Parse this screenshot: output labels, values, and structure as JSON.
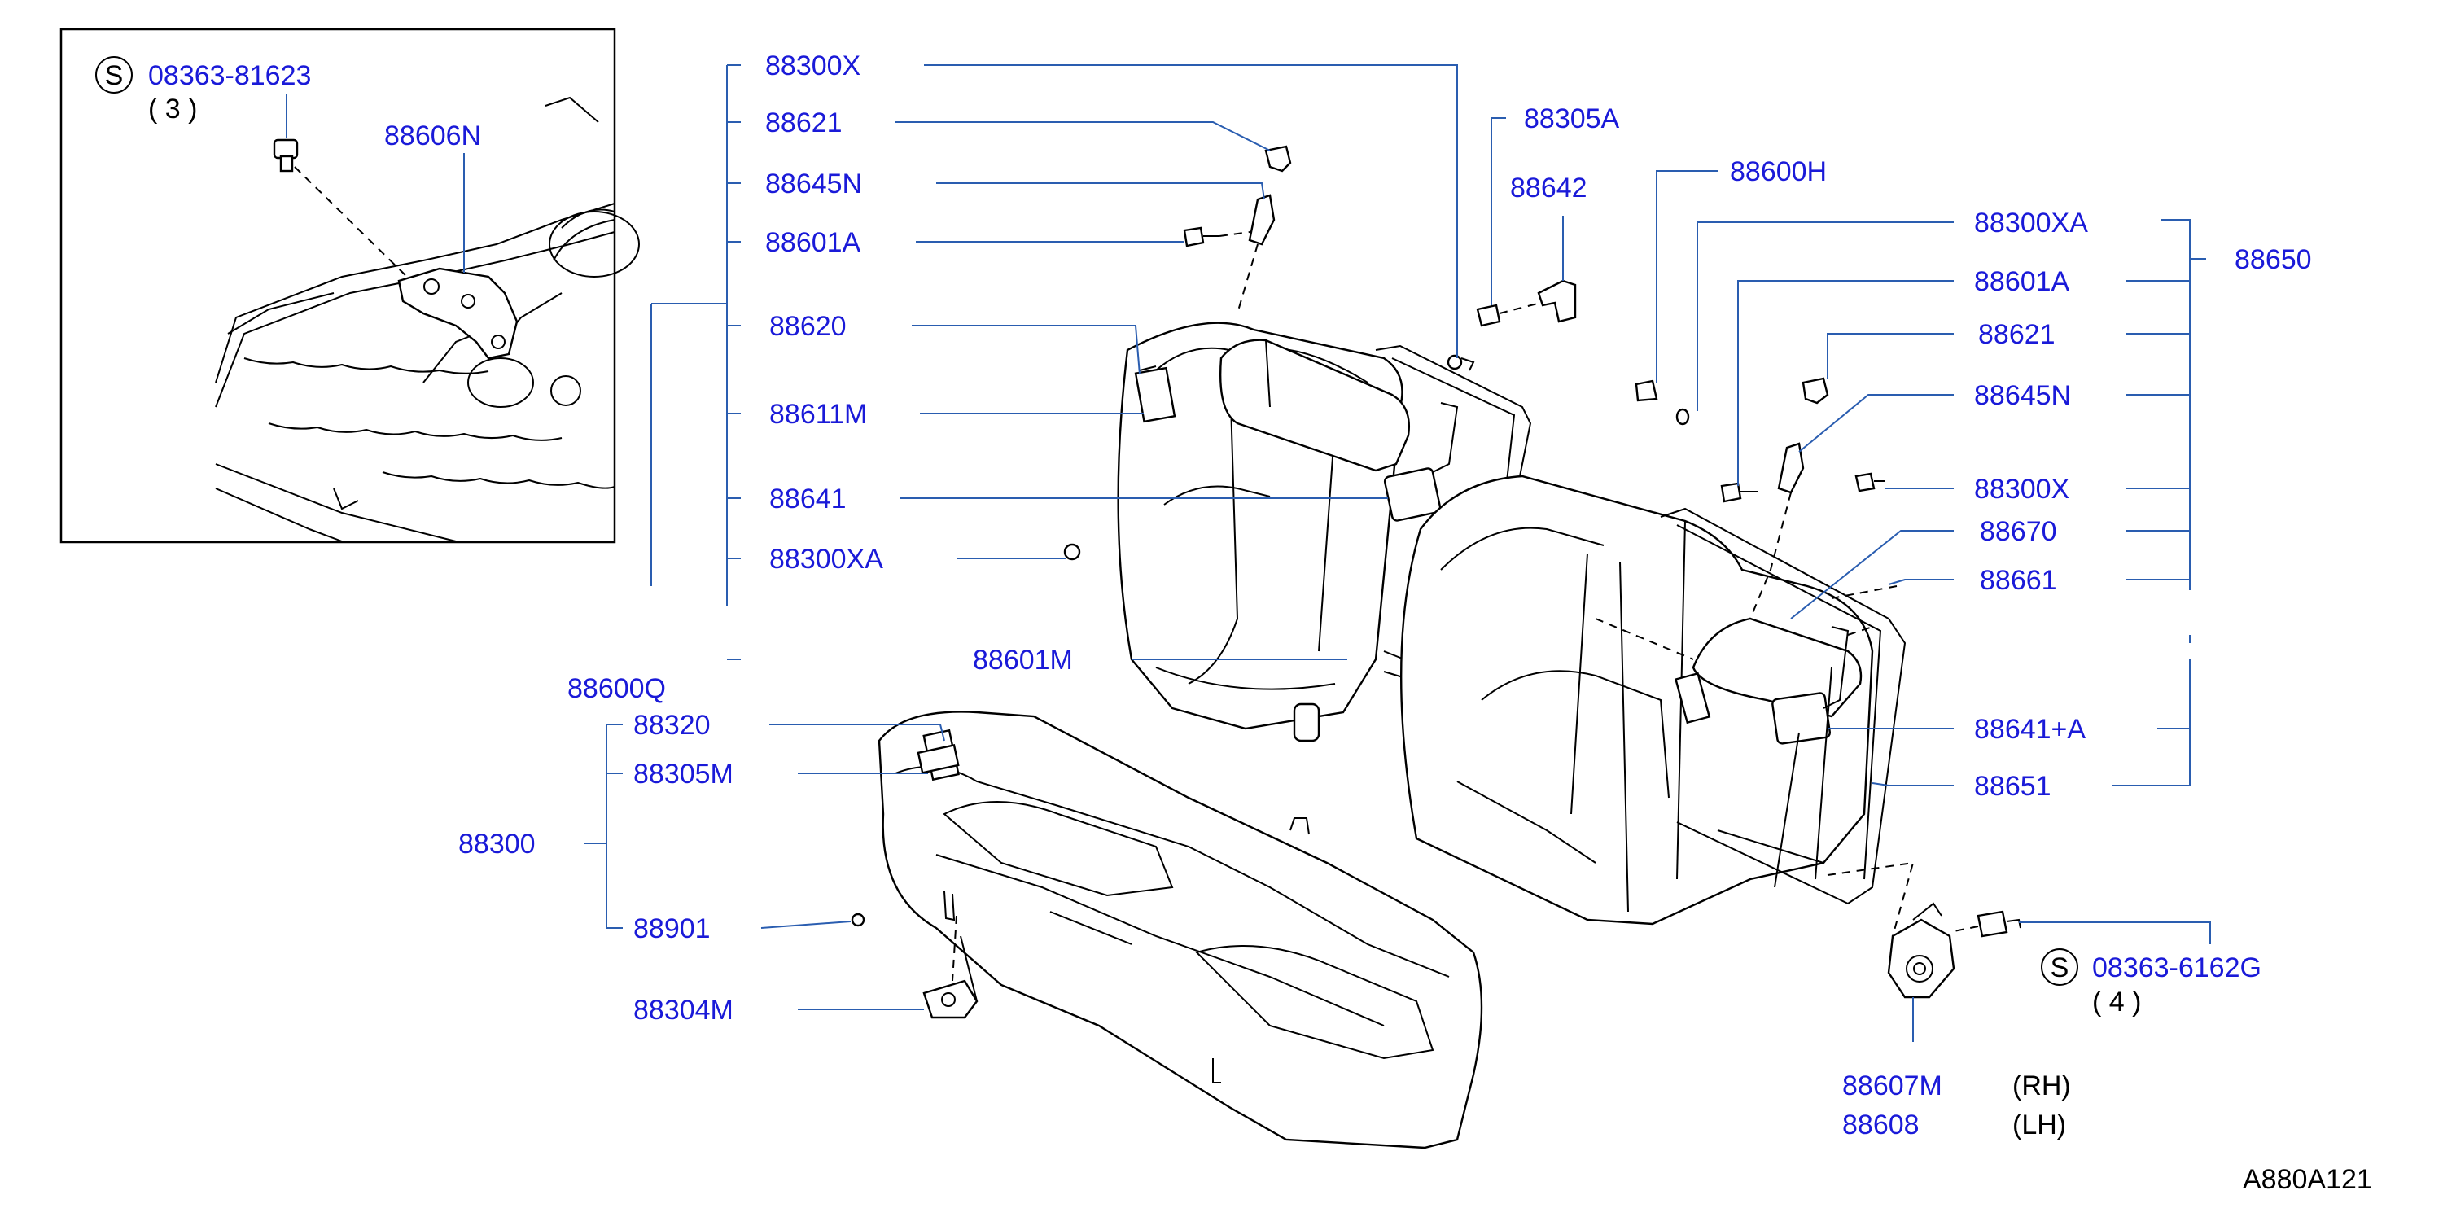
{
  "colors": {
    "label": "#1a1ad8",
    "leader": "#2a5db0",
    "line": "#000000"
  },
  "inset": {
    "callout": {
      "symbol": "S",
      "part": "08363-81623",
      "qty": "( 3 )"
    },
    "part": "88606N"
  },
  "labels": {
    "p88300X_a": "88300X",
    "p88621_a": "88621",
    "p88645N_a": "88645N",
    "p88601A_a": "88601A",
    "p88620": "88620",
    "p88611M": "88611M",
    "p88641": "88641",
    "p88300XA_a": "88300XA",
    "p88601M": "88601M",
    "p88600Q": "88600Q",
    "p88320": "88320",
    "p88305M": "88305M",
    "p88300": "88300",
    "p88901": "88901",
    "p88304M": "88304M",
    "p88305A": "88305A",
    "p88642": "88642",
    "p88600H": "88600H",
    "p88300XA_b": "88300XA",
    "p88601A_b": "88601A",
    "p88621_b": "88621",
    "p88645N_b": "88645N",
    "p88300X_b": "88300X",
    "p88670": "88670",
    "p88661": "88661",
    "p88641A": "88641+A",
    "p88651": "88651",
    "p88650": "88650",
    "p88607M": "88607M",
    "p88608": "88608"
  },
  "side": {
    "rh": "(RH)",
    "lh": "(LH)"
  },
  "callout_right": {
    "symbol": "S",
    "part": "08363-6162G",
    "qty": "( 4 )"
  },
  "figure_code": "A880A121"
}
